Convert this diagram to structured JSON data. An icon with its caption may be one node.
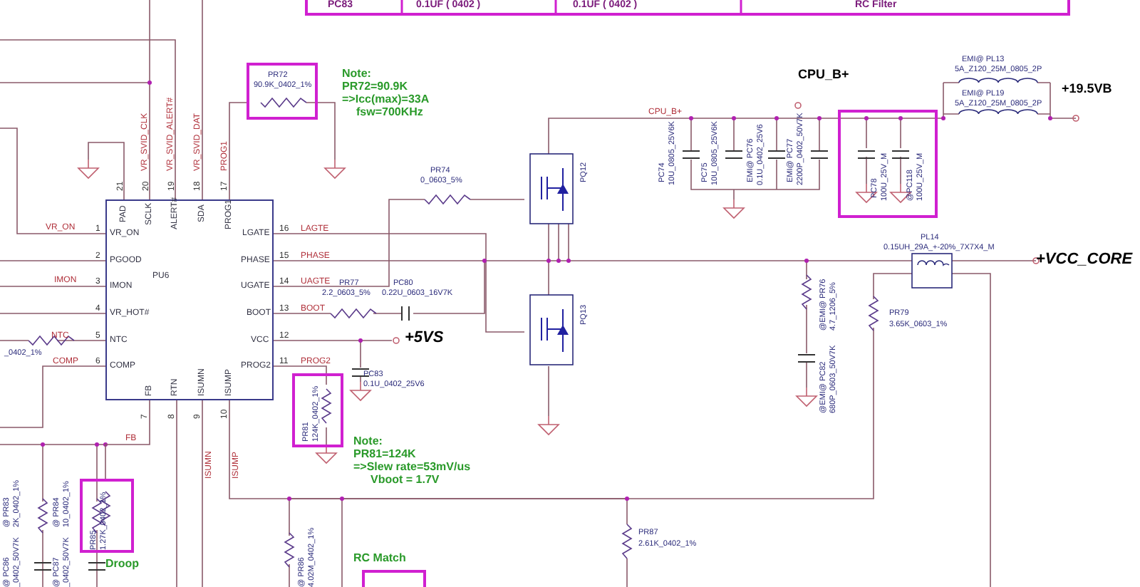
{
  "diagram": {
    "nodes": [
      {
        "text": [
          "PU6"
        ]
      },
      {
        "text": [
          "PR72",
          "90.9K_0402_1%"
        ]
      },
      {
        "text": [
          "PR81",
          "124K_0402_1%"
        ]
      },
      {
        "text": [
          "PR85",
          "1.27K_0402_1%"
        ],
        "beside": [
          "Droop"
        ]
      },
      {
        "text": [
          "PC78",
          "100U_25V_M",
          "@PC118",
          "100U_25V_M"
        ]
      },
      {
        "text": [
          "RC Match"
        ]
      }
    ],
    "edges": [
      {
        "from": 0,
        "to": 1,
        "arrow": "none"
      },
      {
        "from": 0,
        "to": 2,
        "arrow": "none"
      },
      {
        "from": 0,
        "to": 3,
        "arrow": "none"
      }
    ],
    "labels": [
      "PC83",
      "0.1UF ( 0402 )",
      "0.1UF ( 0402 )",
      "RC Filter",
      "Note:",
      "PR72=90.9K",
      "=>Icc(max)=33A",
      "fsw=700KHz",
      "VR_SVID_CLK",
      "VR_SVID_ALERT#",
      "VR_SVID_DAT",
      "PROG1",
      "21",
      "20",
      "19",
      "18",
      "17",
      "PAD",
      "SCLK",
      "ALERT#",
      "SDA",
      "PROG1",
      "VR_ON",
      "1",
      "VR_ON",
      "2",
      "PGOOD",
      "IMON",
      "3",
      "IMON",
      "4",
      "VR_HOT#",
      "NTC",
      "5",
      "NTC",
      "COMP",
      "6",
      "COMP",
      "LGATE",
      "16",
      "LAGTE",
      "PHASE",
      "15",
      "PHASE",
      "UGATE",
      "14",
      "UAGTE",
      "BOOT",
      "13",
      "BOOT",
      "VCC",
      "12",
      "PROG2",
      "11",
      "PROG2",
      "FB",
      "RTN",
      "ISUMN",
      "ISUMP",
      "7",
      "8",
      "9",
      "10",
      "FB",
      "ISUMN",
      "ISUMP",
      "PR77",
      "2.2_0603_5%",
      "PC80",
      "0.22U_0603_16V7K",
      "+5VS",
      "PC83",
      "0.1U_0402_25V6",
      "Note:",
      "PR81=124K",
      "=>Slew rate=53mV/us",
      "Vboot = 1.7V",
      "PR74",
      "0_0603_5%",
      "PQ12",
      "PQ13",
      "CPU_B+",
      "CPU_B+",
      "PC74",
      "10U_0805_25V6K",
      "PC75",
      "10U_0805_25V6K",
      "EMI@ PC76",
      "0.1U_0402_25V6",
      "EMI@ PC77",
      "2200P_0402_50V7K",
      "EMI@ PL13",
      "5A_Z120_25M_0805_2P",
      "EMI@ PL19",
      "5A_Z120_25M_0805_2P",
      "+19.5VB",
      "PL14",
      "0.15UH_29A_+-20%_7X7X4_M",
      "+VCC_CORE",
      "@EMI@ PR76",
      "4.7_1206_5%",
      "@EMI@ PC82",
      "680P_0603_50V7K",
      "PR79",
      "3.65K_0603_1%",
      "_0402_1%",
      "@ PR83",
      "2K_0402_1%",
      "@ PR84",
      "10_0402_1%",
      "@ PC86",
      "_0402_50V7K",
      "@ PC87",
      "_0402_50V7K",
      "@ PR86",
      "4.02M_0402_1%",
      "PR87",
      "2.61K_0402_1%"
    ]
  }
}
